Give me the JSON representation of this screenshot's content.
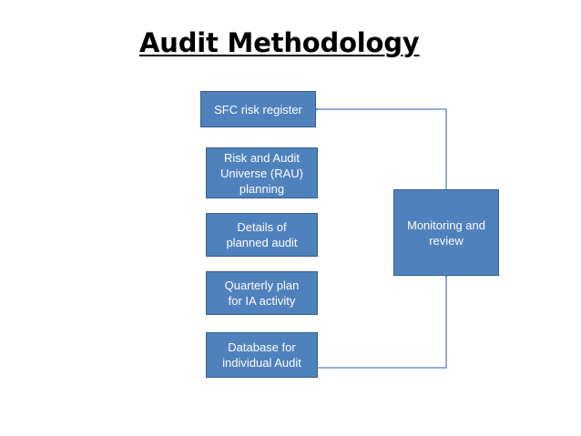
{
  "diagram": {
    "title": "Audit Methodology",
    "steps": [
      "SFC risk register",
      "Risk and Audit\nUniverse (RAU)\nplanning",
      "Details of\nplanned audit",
      "Quarterly plan\nfor IA activity",
      "Database for\nindividual Audit"
    ],
    "review_box": "Monitoring and\nreview"
  },
  "colors": {
    "box_fill": "#4f81bd",
    "box_border": "#385d8a",
    "box_text": "#ffffff",
    "connector": "#4f81bd"
  }
}
